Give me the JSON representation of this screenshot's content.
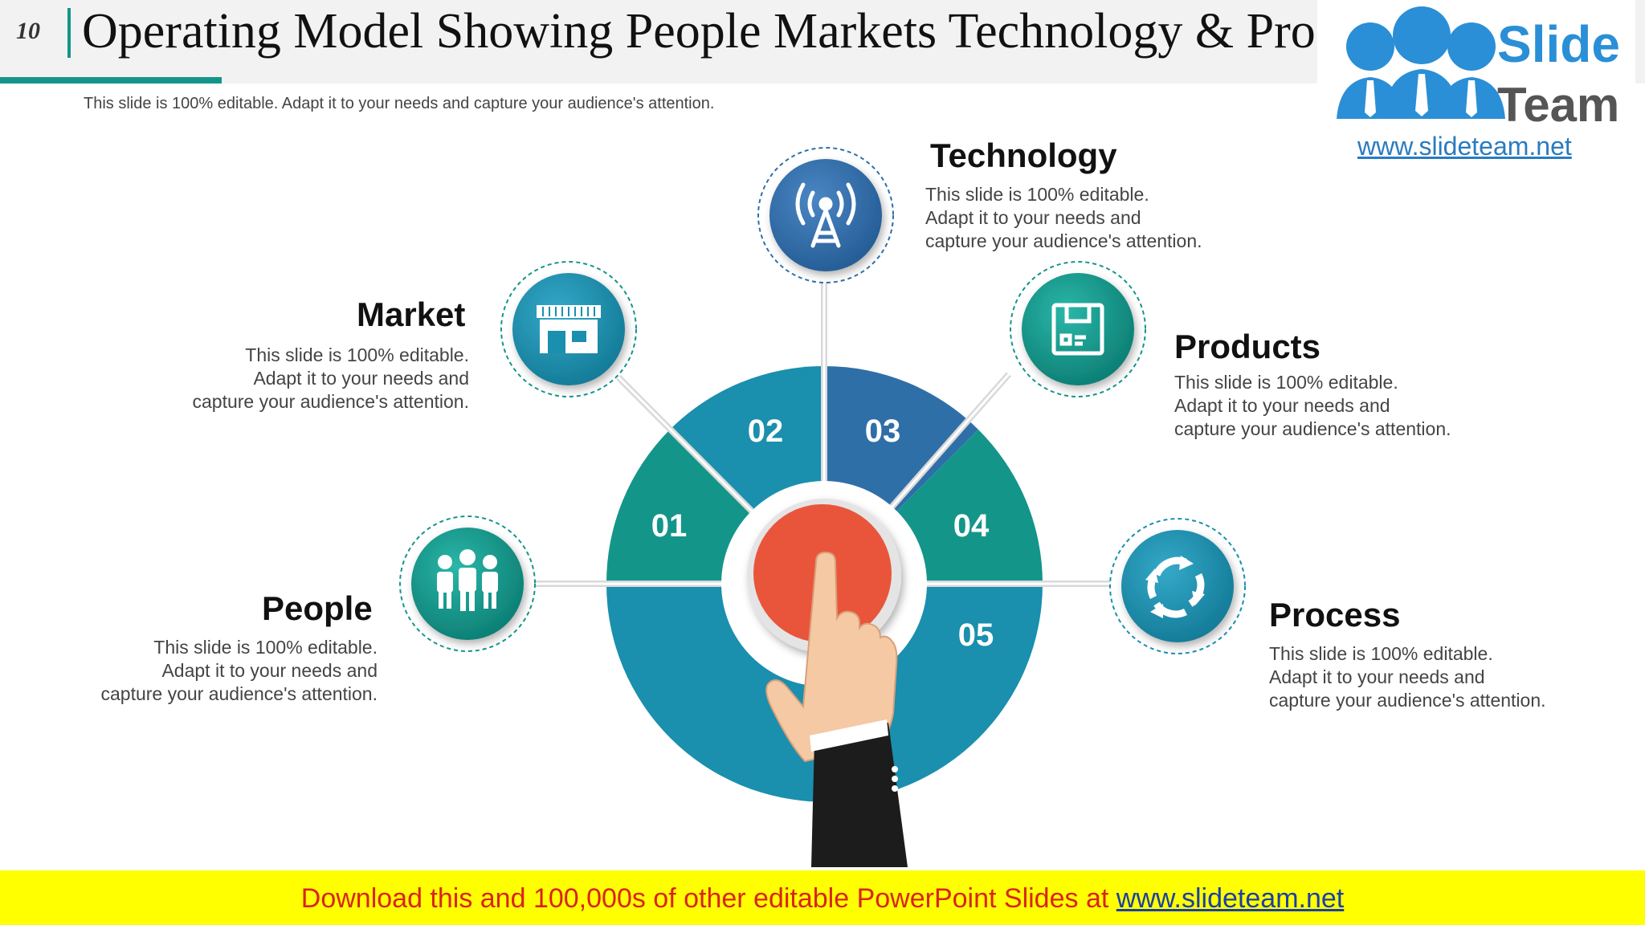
{
  "header": {
    "page_number": "10",
    "title": "Operating Model Showing People Markets Technology & Products",
    "subtitle": "This slide is 100% editable. Adapt it to your needs and capture your audience's attention."
  },
  "logo": {
    "word1": "Slide",
    "word2": "Team",
    "url": "www.slideteam.net"
  },
  "segments": {
    "s01": "01",
    "s02": "02",
    "s03": "03",
    "s04": "04",
    "s05": "05"
  },
  "items": {
    "market": {
      "heading": "Market",
      "line1": "This slide is 100% editable.",
      "line2": "Adapt it to your needs and",
      "line3": "capture your audience's attention.",
      "icon": "store-icon"
    },
    "technology": {
      "heading": "Technology",
      "line1": "This slide is 100% editable.",
      "line2": "Adapt it to your needs and",
      "line3": "capture your audience's attention.",
      "icon": "antenna-icon"
    },
    "products": {
      "heading": "Products",
      "line1": "This slide is 100% editable.",
      "line2": "Adapt it to your needs and",
      "line3": "capture your audience's attention.",
      "icon": "product-box-icon"
    },
    "people": {
      "heading": "People",
      "line1": "This slide is 100% editable.",
      "line2": "Adapt it to your needs and",
      "line3": "capture your audience's attention.",
      "icon": "people-icon"
    },
    "process": {
      "heading": "Process",
      "line1": "This slide is 100% editable.",
      "line2": "Adapt it to your needs and",
      "line3": "capture your audience's attention.",
      "icon": "cycle-arrows-icon"
    }
  },
  "footer": {
    "text": "Download this and 100,000s of other editable PowerPoint Slides at ",
    "link": "www.slideteam.net"
  },
  "colors": {
    "teal": "#14958a",
    "blue_teal": "#1b8fae",
    "blue": "#2f6fa8",
    "center_red": "#e9553b",
    "footer_yellow": "#ffff00",
    "footer_red": "#d9241c"
  }
}
